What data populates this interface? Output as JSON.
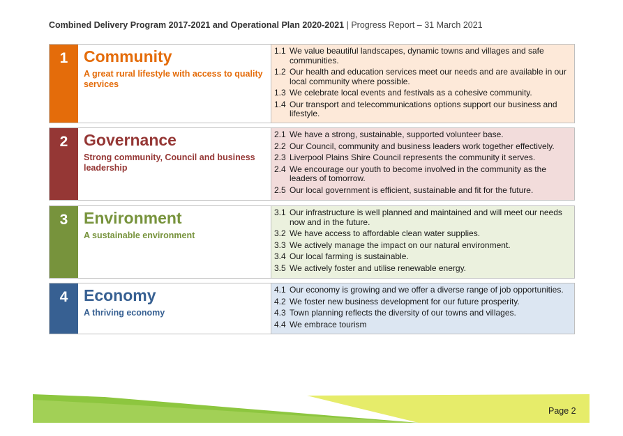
{
  "header": {
    "bold": "Combined Delivery Program 2017-2021 and Operational Plan 2020-2021",
    "separator": "|",
    "light": "Progress Report – 31 March 2021"
  },
  "sections": [
    {
      "number": "1",
      "title": "Community",
      "subtitle": "A great rural lifestyle with access to quality services",
      "items": [
        {
          "n": "1.1",
          "text": "We value beautiful landscapes, dynamic towns and villages and safe communities."
        },
        {
          "n": "1.2",
          "text": "Our health and education services meet our needs and are available in our local community where possible."
        },
        {
          "n": "1.3",
          "text": "We celebrate local events and festivals as a cohesive community."
        },
        {
          "n": "1.4",
          "text": "Our transport and telecommunications options support our business and lifestyle."
        }
      ]
    },
    {
      "number": "2",
      "title": "Governance",
      "subtitle": "Strong community, Council and business leadership",
      "items": [
        {
          "n": "2.1",
          "text": "We have a strong, sustainable, supported volunteer base."
        },
        {
          "n": "2.2",
          "text": "Our Council, community and business leaders work together effectively."
        },
        {
          "n": "2.3",
          "text": "Liverpool Plains Shire Council represents the community it serves."
        },
        {
          "n": "2.4",
          "text": "We encourage our youth to become involved in the community as the leaders of tomorrow."
        },
        {
          "n": "2.5",
          "text": "Our local government is efficient, sustainable and fit for the future."
        }
      ]
    },
    {
      "number": "3",
      "title": "Environment",
      "subtitle": "A sustainable environment",
      "items": [
        {
          "n": "3.1",
          "text": "Our infrastructure is well planned and maintained and will meet our needs now and in the future."
        },
        {
          "n": "3.2",
          "text": "We have access to affordable clean water supplies."
        },
        {
          "n": "3.3",
          "text": "We actively manage the impact on our natural environment."
        },
        {
          "n": "3.4",
          "text": "Our local farming is sustainable."
        },
        {
          "n": "3.5",
          "text": "We actively foster and utilise renewable energy."
        }
      ]
    },
    {
      "number": "4",
      "title": "Economy",
      "subtitle": "A thriving economy",
      "items": [
        {
          "n": "4.1",
          "text": "Our economy is growing and we offer a diverse range of job opportunities."
        },
        {
          "n": "4.2",
          "text": "We foster new business development for our future prosperity."
        },
        {
          "n": "4.3",
          "text": "Town planning reflects the diversity of our towns and villages."
        },
        {
          "n": "4.4",
          "text": "We embrace tourism"
        }
      ]
    }
  ],
  "footer": {
    "page_label": "Page 2"
  },
  "colors": {
    "community": "#e46c0a",
    "governance": "#953735",
    "environment": "#77933c",
    "economy": "#376092",
    "footer_green": "#8dc63f",
    "footer_yellow": "#e6ec6a"
  }
}
